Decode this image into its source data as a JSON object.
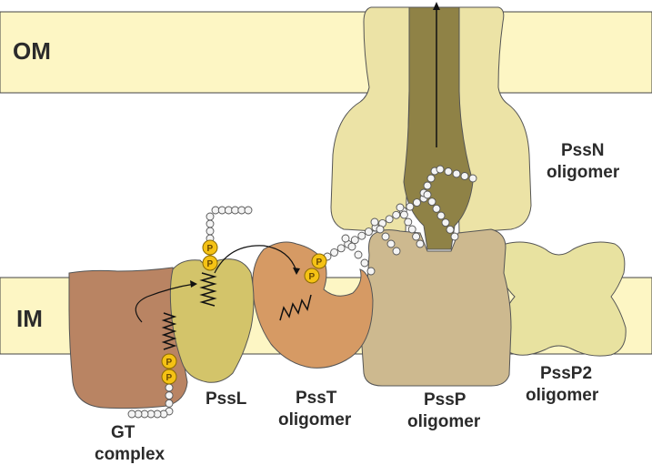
{
  "membranes": {
    "outer": {
      "label": "OM"
    },
    "inner": {
      "label": "IM"
    }
  },
  "proteins": {
    "gt": {
      "line1": "GT",
      "line2": "complex"
    },
    "pssl": {
      "label": "PssL"
    },
    "psst": {
      "line1": "PssT",
      "line2": "oligomer"
    },
    "pssp": {
      "line1": "PssP",
      "line2": "oligomer"
    },
    "pssn": {
      "line1": "PssN",
      "line2": "oligomer"
    },
    "pssp2": {
      "line1": "PssP2",
      "line2": "oligomer"
    }
  },
  "phosphate": {
    "label": "P"
  },
  "colors": {
    "membrane": "#fdf6c4",
    "gt": "#b98463",
    "pssl": "#d3c46a",
    "psst": "#d69a64",
    "pssp": "#cdb98f",
    "pssn": "#ece3a6",
    "pssn_channel": "#8f8246",
    "pssp2": "#e8e2a0",
    "phosphate": "#f5c214"
  }
}
